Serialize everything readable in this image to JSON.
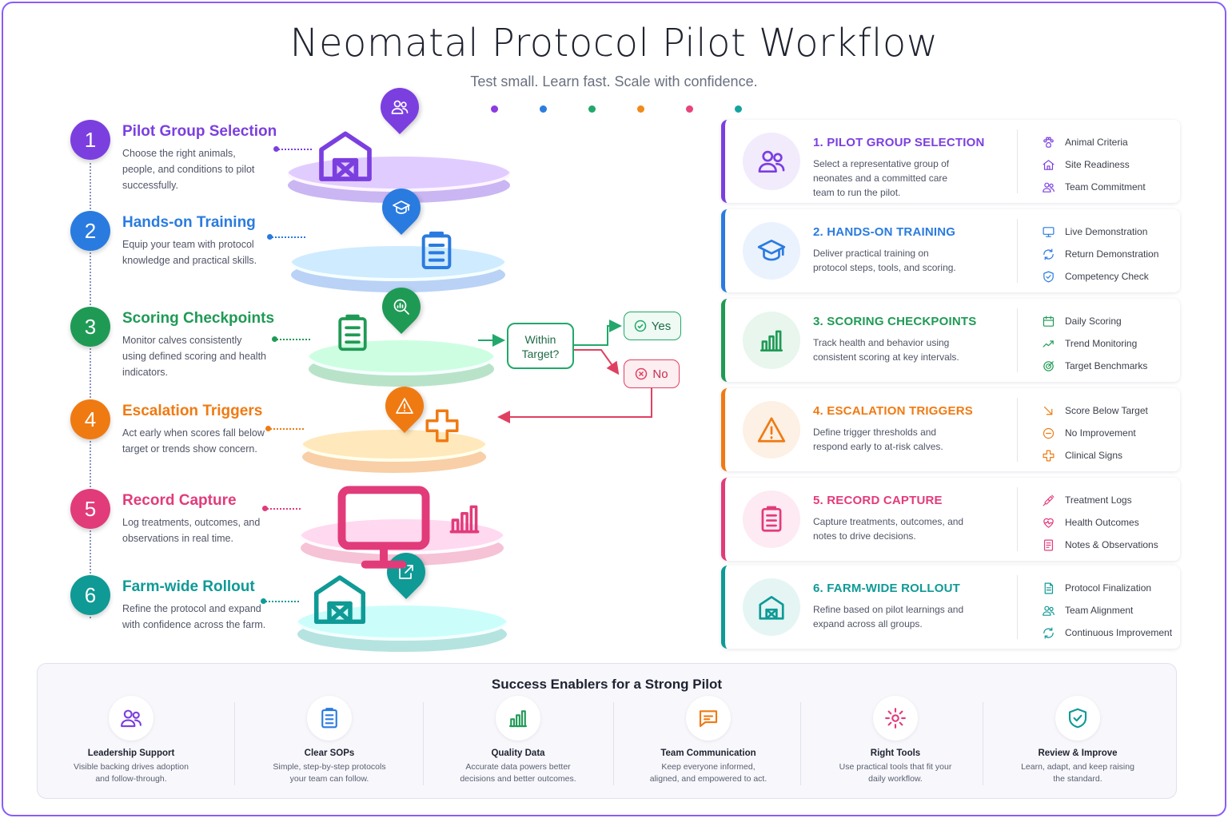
{
  "title": "Neomatal Protocol Pilot Workflow",
  "subtitle": "Test small. Learn fast. Scale with confidence.",
  "dot_colors": [
    "#8b3be0",
    "#2b7de0",
    "#22a86a",
    "#f08a1a",
    "#e8457a",
    "#15a3a0"
  ],
  "steps": [
    {
      "num": "1",
      "title": "Pilot Group Selection",
      "desc": "Choose the right animals, people, and conditions to pilot successfully.",
      "color": "#7b3fe0"
    },
    {
      "num": "2",
      "title": "Hands-on Training",
      "desc": "Equip your team with protocol knowledge and practical skills.",
      "color": "#2a7be0"
    },
    {
      "num": "3",
      "title": "Scoring Checkpoints",
      "desc": "Monitor calves consistently using defined scoring and health indicators.",
      "color": "#1f9a55"
    },
    {
      "num": "4",
      "title": "Escalation Triggers",
      "desc": "Act early when scores fall below target or trends show concern.",
      "color": "#f07a12"
    },
    {
      "num": "5",
      "title": "Record Capture",
      "desc": "Log treatments, outcomes, and observations in real time.",
      "color": "#e23b7a"
    },
    {
      "num": "6",
      "title": "Farm-wide Rollout",
      "desc": "Refine the protocol and expand with confidence across the farm.",
      "color": "#0f9a96"
    }
  ],
  "decision": {
    "question": "Within Target?",
    "yes": "Yes",
    "no": "No"
  },
  "cards": [
    {
      "title": "1. PILOT GROUP SELECTION",
      "desc": "Select a representative group of neonates and a committed care team to run the pilot.",
      "color": "#7b3fe0",
      "tint": "#f1ebfc",
      "items": [
        {
          "icon": "paw-icon",
          "label": "Animal Criteria"
        },
        {
          "icon": "home-icon",
          "label": "Site Readiness"
        },
        {
          "icon": "team-icon",
          "label": "Team Commitment"
        }
      ]
    },
    {
      "title": "2. HANDS-ON TRAINING",
      "desc": "Deliver practical training on protocol steps, tools, and scoring.",
      "color": "#2a7be0",
      "tint": "#eaf2fd",
      "items": [
        {
          "icon": "monitor-icon",
          "label": "Live Demonstration"
        },
        {
          "icon": "refresh-icon",
          "label": "Return Demonstration"
        },
        {
          "icon": "shield-check-icon",
          "label": "Competency Check"
        }
      ]
    },
    {
      "title": "3. SCORING CHECKPOINTS",
      "desc": "Track health and behavior using consistent scoring at key intervals.",
      "color": "#1f9a55",
      "tint": "#e8f6ee",
      "items": [
        {
          "icon": "calendar-icon",
          "label": "Daily Scoring"
        },
        {
          "icon": "trend-icon",
          "label": "Trend Monitoring"
        },
        {
          "icon": "target-icon",
          "label": "Target Benchmarks"
        }
      ]
    },
    {
      "title": "4. ESCALATION TRIGGERS",
      "desc": "Define trigger thresholds and respond early to at-risk calves.",
      "color": "#f07a12",
      "tint": "#fdf0e4",
      "items": [
        {
          "icon": "arrow-down-icon",
          "label": "Score Below Target"
        },
        {
          "icon": "minus-circle-icon",
          "label": "No Improvement"
        },
        {
          "icon": "medical-cross-icon",
          "label": "Clinical Signs"
        }
      ]
    },
    {
      "title": "5. RECORD CAPTURE",
      "desc": "Capture treatments, outcomes, and notes to drive decisions.",
      "color": "#e23b7a",
      "tint": "#fdeaf2",
      "items": [
        {
          "icon": "syringe-icon",
          "label": "Treatment Logs"
        },
        {
          "icon": "heart-pulse-icon",
          "label": "Health Outcomes"
        },
        {
          "icon": "note-icon",
          "label": "Notes & Observations"
        }
      ]
    },
    {
      "title": "6. FARM-WIDE ROLLOUT",
      "desc": "Refine based on pilot learnings and expand across all groups.",
      "color": "#0f9a96",
      "tint": "#e4f5f4",
      "items": [
        {
          "icon": "document-icon",
          "label": "Protocol Finalization"
        },
        {
          "icon": "team-icon",
          "label": "Team Alignment"
        },
        {
          "icon": "refresh-icon",
          "label": "Continuous Improvement"
        }
      ]
    }
  ],
  "enablers": {
    "title": "Success Enablers for a Strong Pilot",
    "items": [
      {
        "icon": "team-icon",
        "title": "Leadership Support",
        "desc": "Visible backing drives adoption and follow-through.",
        "color": "#7b3fe0"
      },
      {
        "icon": "clipboard-icon",
        "title": "Clear SOPs",
        "desc": "Simple, step-by-step protocols your team can follow.",
        "color": "#2a7be0"
      },
      {
        "icon": "bar-chart-icon",
        "title": "Quality Data",
        "desc": "Accurate data powers better decisions and better outcomes.",
        "color": "#1f9a55"
      },
      {
        "icon": "chat-icon",
        "title": "Team Communication",
        "desc": "Keep everyone informed, aligned, and empowered to act.",
        "color": "#f07a12"
      },
      {
        "icon": "gear-icon",
        "title": "Right Tools",
        "desc": "Use practical tools that fit your daily workflow.",
        "color": "#e23b7a"
      },
      {
        "icon": "shield-check-icon",
        "title": "Review & Improve",
        "desc": "Learn, adapt, and keep raising the standard.",
        "color": "#0f9a96"
      }
    ]
  }
}
